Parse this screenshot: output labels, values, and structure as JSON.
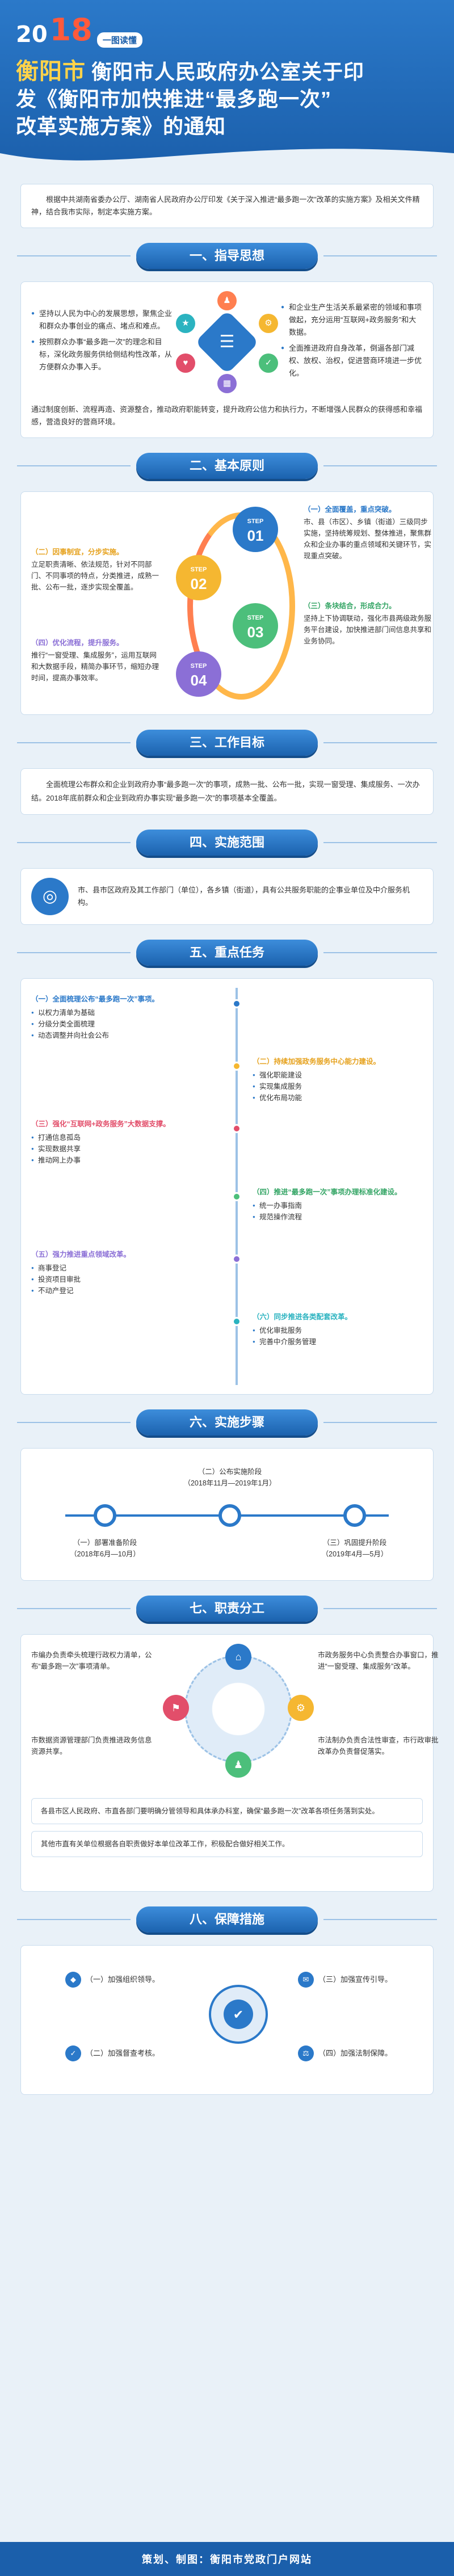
{
  "header": {
    "year_prefix": "20",
    "year_suffix": "18",
    "badge_text": "一图读懂",
    "city": "衡阳市",
    "title_line1": "衡阳市人民政府办公室关于印",
    "title_line2": "发《衡阳市加快推进“最多跑一次”",
    "title_line3": "改革实施方案》的通知"
  },
  "intro": "根据中共湖南省委办公厅、湖南省人民政府办公厅印发《关于深入推进“最多跑一次”改革的实施方案》及相关文件精神，结合我市实际，制定本实施方案。",
  "sections": {
    "s1": {
      "title": "一、指导思想",
      "left": [
        "坚持以人民为中心的发展思想，聚焦企业和群众办事创业的痛点、堵点和难点。",
        "按照群众办事“最多跑一次”的理念和目标，深化政务服务供给侧结构性改革，从方便群众办事入手。"
      ],
      "right": [
        "和企业生产生活关系最紧密的领域和事项做起，充分运用“互联网+政务服务”和大数据。",
        "全面推进政府自身改革，倒逼各部门减权、放权、治权，促进营商环境进一步优化。"
      ],
      "bottom": "通过制度创新、流程再造、资源整合，推动政府职能转变，提升政府公信力和执行力，不断增强人民群众的获得感和幸福感，营造良好的营商环境。"
    },
    "s2": {
      "title": "二、基本原则",
      "step_label": "STEP",
      "steps": [
        "01",
        "02",
        "03",
        "04"
      ],
      "principles": [
        {
          "title": "（一）全面覆盖，重点突破。",
          "text": "市、县（市区）、乡镇（街道）三级同步实施，坚持统筹规划、整体推进，聚焦群众和企业办事的重点领域和关键环节，实现重点突破。"
        },
        {
          "title": "（二）因事制宜，分步实施。",
          "text": "立足职责清晰、依法规范，针对不同部门、不同事项的特点，分类推进，成熟一批、公布一批，逐步实现全覆盖。"
        },
        {
          "title": "（三）条块结合，形成合力。",
          "text": "坚持上下协调联动，强化市县两级政务服务平台建设，加快推进部门间信息共享和业务协同。"
        },
        {
          "title": "（四）优化流程，提升服务。",
          "text": "推行“一窗受理、集成服务”，运用互联网和大数据手段，精简办事环节，缩短办理时间，提高办事效率。"
        }
      ]
    },
    "s3": {
      "title": "三、工作目标",
      "text": "全面梳理公布群众和企业到政府办事“最多跑一次”的事项，成熟一批、公布一批，实现一窗受理、集成服务、一次办结。2018年底前群众和企业到政府办事实现“最多跑一次”的事项基本全覆盖。"
    },
    "s4": {
      "title": "四、实施范围",
      "text": "市、县市区政府及其工作部门（单位），各乡镇（街道），具有公共服务职能的企事业单位及中介服务机构。"
    },
    "s5": {
      "title": "五、重点任务",
      "items": [
        {
          "title": "（一）全面梳理公布“最多跑一次”事项。",
          "lines": [
            "以权力清单为基础",
            "分级分类全面梳理",
            "动态调整并向社会公布"
          ]
        },
        {
          "title": "（二）持续加强政务服务中心能力建设。",
          "lines": [
            "强化职能建设",
            "实现集成服务",
            "优化布局功能"
          ]
        },
        {
          "title": "（三）强化“互联网+政务服务”大数据支撑。",
          "lines": [
            "打通信息孤岛",
            "实现数据共享",
            "推动网上办事"
          ]
        },
        {
          "title": "（四）推进“最多跑一次”事项办理标准化建设。",
          "lines": [
            "统一办事指南",
            "规范操作流程"
          ]
        },
        {
          "title": "（五）强力推进重点领域改革。",
          "lines": [
            "商事登记",
            "投资项目审批",
            "不动产登记"
          ]
        },
        {
          "title": "（六）同步推进各类配套改革。",
          "lines": [
            "优化审批服务",
            "完善中介服务管理"
          ]
        }
      ]
    },
    "s6": {
      "title": "六、实施步骤",
      "steps": [
        {
          "name": "（一）部署准备阶段",
          "date": "（2018年6月—10月）"
        },
        {
          "name": "（二）公布实施阶段",
          "date": "（2018年11月—2019年1月）"
        },
        {
          "name": "（三）巩固提升阶段",
          "date": "（2019年4月—5月）"
        }
      ]
    },
    "s7": {
      "title": "七、职责分工",
      "items": [
        "市编办负责牵头梳理行政权力清单，公布“最多跑一次”事项清单。",
        "市政务服务中心负责整合办事窗口，推进“一窗受理、集成服务”改革。",
        "市数据资源管理部门负责推进政务信息资源共享。",
        "市法制办负责合法性审查，市行政审批改革办负责督促落实。"
      ],
      "box": "各县市区人民政府、市直各部门要明确分管领导和具体承办科室，确保“最多跑一次”改革各项任务落到实处。",
      "note": "其他市直有关单位根据各自职责做好本单位改革工作，积极配合做好相关工作。"
    },
    "s8": {
      "title": "八、保障措施",
      "items": [
        "（一）加强组织领导。",
        "（二）加强督查考核。",
        "（三）加强宣传引导。",
        "（四）加强法制保障。"
      ]
    }
  },
  "footer": "策划、制图：衡阳市党政门户网站"
}
